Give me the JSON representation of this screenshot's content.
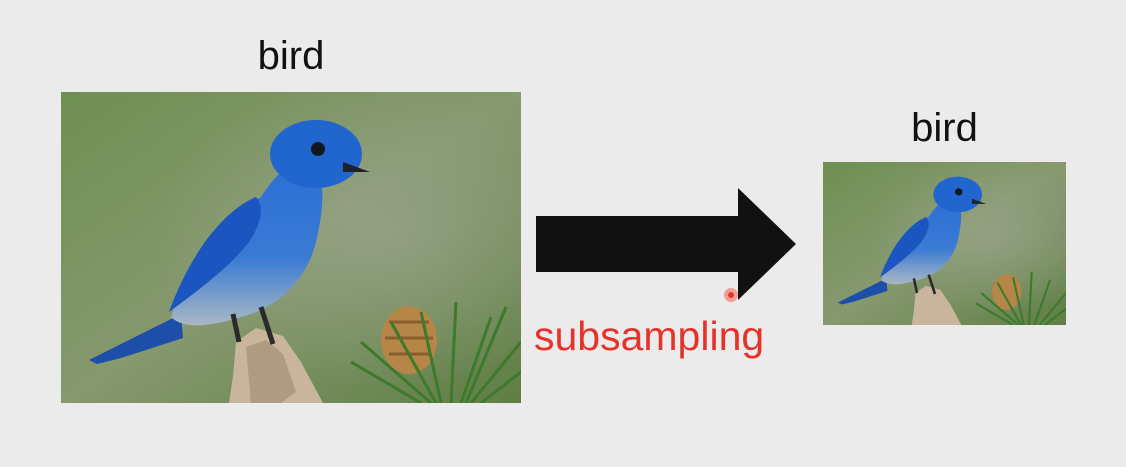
{
  "slide": {
    "left_label": "bird",
    "right_label": "bird",
    "arrow_caption": "subsampling"
  },
  "colors": {
    "background": "#ebebeb",
    "arrow": "#111111",
    "caption": "#e4332a",
    "bird_blue": "#1f63c8"
  },
  "icons": {
    "arrow": "right-arrow-icon",
    "pointer": "laser-pointer-icon"
  }
}
